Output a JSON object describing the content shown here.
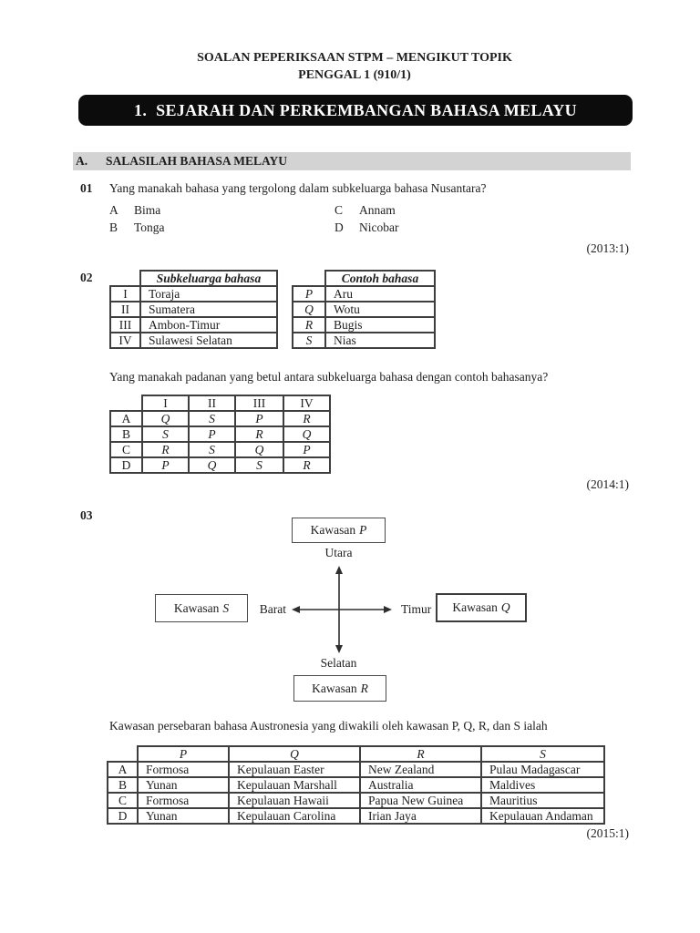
{
  "page": {
    "header_line1": "SOALAN PEPERIKSAAN STPM – MENGIKUT TOPIK",
    "header_line2": "PENGGAL 1 (910/1)",
    "banner": {
      "number": "1.",
      "title": "SEJARAH DAN PERKEMBANGAN BAHASA MELAYU"
    },
    "section": {
      "label": "A.",
      "title": "SALASILAH BAHASA MELAYU"
    }
  },
  "questions": {
    "q01": {
      "number": "01",
      "text": "Yang manakah bahasa yang tergolong dalam subkeluarga bahasa Nusantara?",
      "options": [
        {
          "letter": "A",
          "text": "Bima"
        },
        {
          "letter": "B",
          "text": "Tonga"
        },
        {
          "letter": "C",
          "text": "Annam"
        },
        {
          "letter": "D",
          "text": "Nicobar"
        }
      ],
      "year": "(2013:1)"
    },
    "q02": {
      "number": "02",
      "subfamily_table": {
        "header": [
          "",
          "Subkeluarga bahasa"
        ],
        "rows": [
          [
            "I",
            "Toraja"
          ],
          [
            "II",
            "Sumatera"
          ],
          [
            "III",
            "Ambon-Timur"
          ],
          [
            "IV",
            "Sulawesi Selatan"
          ]
        ]
      },
      "example_table": {
        "header": [
          "",
          "Contoh bahasa"
        ],
        "rows": [
          [
            "P",
            "Aru"
          ],
          [
            "Q",
            "Wotu"
          ],
          [
            "R",
            "Bugis"
          ],
          [
            "S",
            "Nias"
          ]
        ]
      },
      "text": "Yang manakah padanan yang betul antara subkeluarga bahasa dengan contoh bahasanya?",
      "matching_table": {
        "header": [
          "",
          "I",
          "II",
          "III",
          "IV"
        ],
        "rows": [
          [
            "A",
            "Q",
            "S",
            "P",
            "R"
          ],
          [
            "B",
            "S",
            "P",
            "R",
            "Q"
          ],
          [
            "C",
            "R",
            "S",
            "Q",
            "P"
          ],
          [
            "D",
            "P",
            "Q",
            "S",
            "R"
          ]
        ]
      },
      "year": "(2014:1)"
    },
    "q03": {
      "number": "03",
      "diagram": {
        "north_label": "Utara",
        "south_label": "Selatan",
        "west_label": "Barat",
        "east_label": "Timur",
        "boxes": {
          "top": {
            "text": "Kawasan",
            "letter": "P"
          },
          "right": {
            "text": "Kawasan",
            "letter": "Q"
          },
          "bottom": {
            "text": "Kawasan",
            "letter": "R"
          },
          "left": {
            "text": "Kawasan",
            "letter": "S"
          }
        }
      },
      "text": "Kawasan persebaran bahasa Austronesia yang diwakili oleh kawasan P, Q, R, dan S ialah",
      "answer_table": {
        "header": [
          "",
          "P",
          "Q",
          "R",
          "S"
        ],
        "rows": [
          [
            "A",
            "Formosa",
            "Kepulauan Easter",
            "New Zealand",
            "Pulau Madagascar"
          ],
          [
            "B",
            "Yunan",
            "Kepulauan Marshall",
            "Australia",
            "Maldives"
          ],
          [
            "C",
            "Formosa",
            "Kepulauan Hawaii",
            "Papua New Guinea",
            "Mauritius"
          ],
          [
            "D",
            "Yunan",
            "Kepulauan Carolina",
            "Irian Jaya",
            "Kepulauan Andaman"
          ]
        ]
      },
      "year": "(2015:1)"
    }
  },
  "colors": {
    "banner_bg": "#0c0c0c",
    "banner_text": "#ffffff",
    "section_bg": "#d3d3d3",
    "table_border": "#3e3e3e",
    "body_text": "#1e1e1e"
  }
}
